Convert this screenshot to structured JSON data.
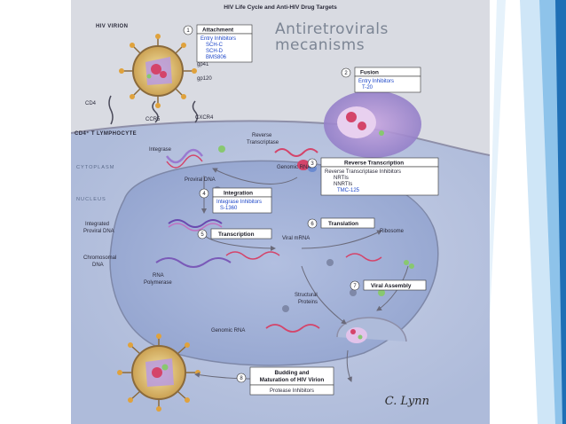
{
  "figure": {
    "title": "HIV Life Cycle and Anti-HIV Drug Targets",
    "headline_line1": "Antiretrovirals",
    "headline_line2": "mecanisms",
    "signature": "C. Lynn"
  },
  "labels": {
    "hiv_virion": "HIV VIRION",
    "gp41": "gp41",
    "gp120": "gp120",
    "cd4": "CD4",
    "ccr5": "CCR5",
    "cxcr4": "CXCR4",
    "cd4_lymphocyte": "CD4⁺ T LYMPHOCYTE",
    "cytoplasm": "CYTOPLASM",
    "nucleus": "NUCLEUS",
    "integrase": "Integrase",
    "reverse_transcriptase_1": "Reverse",
    "reverse_transcriptase_2": "Transcriptase",
    "genomic_rna_top": "Genomic RNA",
    "proviral_dna": "Proviral DNA",
    "integrated_1": "Integrated",
    "integrated_2": "Proviral DNA",
    "chromosomal_1": "Chromosomal",
    "chromosomal_2": "DNA",
    "rna_pol_1": "RNA",
    "rna_pol_2": "Polymerase",
    "viral_mrna": "Viral mRNA",
    "ribosome": "Ribosome",
    "structural_1": "Structural",
    "structural_2": "Proteins",
    "genomic_rna_bottom": "Genomic RNA"
  },
  "steps": [
    {
      "number": "1",
      "title": "Attachment",
      "drugs": [
        "Entry Inhibitors",
        "SCH-C",
        "SCH-D",
        "BMS806"
      ]
    },
    {
      "number": "2",
      "title": "Fusion",
      "drugs": [
        "Entry Inhibitors",
        "T-20"
      ]
    },
    {
      "number": "3",
      "title": "Reverse Transcription",
      "drugs": [
        "Reverse Transcriptase Inhibitors",
        "NRTIs",
        "NNRTIs",
        "TMC-125"
      ]
    },
    {
      "number": "4",
      "title": "Integration",
      "drugs": [
        "Integrase Inhibitors",
        "S-1360"
      ]
    },
    {
      "number": "5",
      "title": "Transcription",
      "drugs": []
    },
    {
      "number": "6",
      "title": "Translation",
      "drugs": []
    },
    {
      "number": "7",
      "title": "Viral Assembly",
      "drugs": []
    },
    {
      "number": "8",
      "title_line1": "Budding and",
      "title_line2": "Maturation of HIV Virion",
      "drugs": [
        "Protease Inhibitors"
      ]
    }
  ],
  "colors": {
    "slide_accent_dark": "#1f6fb5",
    "slide_accent_light": "#8ec3ea",
    "figure_background": "#d9dbe2",
    "cell_fill": "#b9c3dc",
    "nucleus_fill": "#9faed2",
    "drug_text": "#1c46c8",
    "virion_shell": "#8a6a3c"
  }
}
